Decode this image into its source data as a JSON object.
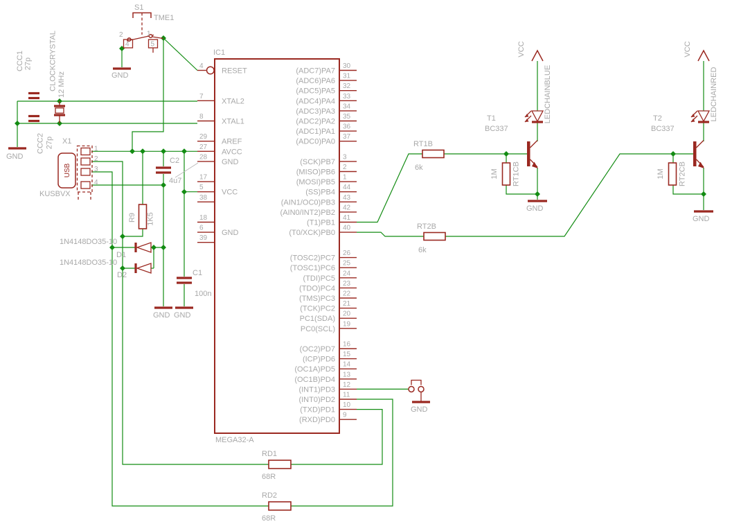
{
  "colors": {
    "wire": "#138C13",
    "part": "#9A2820",
    "text": "#A8A8A8"
  },
  "switch": {
    "ref": "S1",
    "value": "TME1",
    "pin2": "2",
    "pin1": "1",
    "pin4": "4",
    "pin5": "5",
    "gnd": "GND"
  },
  "xtal": {
    "cap1_ref": "CCC1",
    "cap1_val": "27p",
    "name": "CLOCKCRYSTAL",
    "freq": "12 MHz",
    "cap2_ref": "CCC2",
    "cap2_val": "27p",
    "gnd": "GND"
  },
  "usb": {
    "ref": "X1",
    "glyph": "USB",
    "value": "KUSBVX",
    "pin1": "1",
    "pin2": "2",
    "pin3": "3",
    "pin4": "4"
  },
  "c2": {
    "ref": "C2",
    "val": "4u7"
  },
  "c1": {
    "ref": "C1",
    "val": "100n"
  },
  "gnd_pair": {
    "left": "GND",
    "right": "GND"
  },
  "r9": {
    "ref": "R9",
    "val": "1K5"
  },
  "d1": {
    "type": "1N4148DO35-10",
    "ref": "D1"
  },
  "d2": {
    "type": "1N4148DO35-10",
    "ref": "D2"
  },
  "jumper": {
    "gnd": "GND"
  },
  "rd1": {
    "ref": "RD1",
    "val": "68R"
  },
  "rd2": {
    "ref": "RD2",
    "val": "68R"
  },
  "t1": {
    "ref": "T1",
    "value": "BC337",
    "r_base_ref": "RT1B",
    "r_base_val": "6k",
    "r_cb_ref": "RT1CB",
    "r_cb_val": "1M",
    "led": "LEDCHAINBLUE",
    "vcc": "VCC",
    "gnd": "GND"
  },
  "t2": {
    "ref": "T2",
    "value": "BC337",
    "r_base_ref": "RT2B",
    "r_base_val": "6k",
    "r_cb_ref": "RT2CB",
    "r_cb_val": "1M",
    "led": "LEDCHAINRED",
    "vcc": "VCC",
    "gnd": "GND"
  },
  "ic": {
    "ref": "IC1",
    "value": "MEGA32-A",
    "left_pins": [
      {
        "num": "4",
        "name": "RESET",
        "row": 0,
        "invert": true
      },
      {
        "num": "7",
        "name": "XTAL2",
        "row": 3
      },
      {
        "num": "8",
        "name": "XTAL1",
        "row": 5
      },
      {
        "num": "29",
        "name": "AREF",
        "row": 7
      },
      {
        "num": "27",
        "name": "AVCC",
        "row": 8
      },
      {
        "num": "28",
        "name": "GND",
        "row": 9
      },
      {
        "num": "17",
        "name": "",
        "row": 11
      },
      {
        "num": "5",
        "name": "VCC",
        "row": 12
      },
      {
        "num": "38",
        "name": "",
        "row": 13
      },
      {
        "num": "18",
        "name": "",
        "row": 15
      },
      {
        "num": "6",
        "name": "GND",
        "row": 16
      },
      {
        "num": "39",
        "name": "",
        "row": 17
      }
    ],
    "right_pins": [
      {
        "num": "30",
        "name": "(ADC7)PA7",
        "row": 0
      },
      {
        "num": "31",
        "name": "(ADC6)PA6",
        "row": 1
      },
      {
        "num": "32",
        "name": "(ADC5)PA5",
        "row": 2
      },
      {
        "num": "33",
        "name": "(ADC4)PA4",
        "row": 3
      },
      {
        "num": "34",
        "name": "(ADC3)PA3",
        "row": 4
      },
      {
        "num": "35",
        "name": "(ADC2)PA2",
        "row": 5
      },
      {
        "num": "36",
        "name": "(ADC1)PA1",
        "row": 6
      },
      {
        "num": "37",
        "name": "(ADC0)PA0",
        "row": 7
      },
      {
        "num": "3",
        "name": "(SCK)PB7",
        "row": 9
      },
      {
        "num": "2",
        "name": "(MISO)PB6",
        "row": 10
      },
      {
        "num": "1",
        "name": "(MOSI)PB5",
        "row": 11
      },
      {
        "num": "44",
        "name": "(SS)PB4",
        "row": 12
      },
      {
        "num": "43",
        "name": "(AIN1/OC0)PB3",
        "row": 13
      },
      {
        "num": "42",
        "name": "(AIN0/INT2)PB2",
        "row": 14
      },
      {
        "num": "41",
        "name": "(T1)PB1",
        "row": 15
      },
      {
        "num": "40",
        "name": "(T0/XCK)PB0",
        "row": 16
      },
      {
        "num": "26",
        "name": "(TOSC2)PC7",
        "row": 18.5
      },
      {
        "num": "25",
        "name": "(TOSC1)PC6",
        "row": 19.5
      },
      {
        "num": "24",
        "name": "(TDI)PC5",
        "row": 20.5
      },
      {
        "num": "23",
        "name": "(TDO)PC4",
        "row": 21.5
      },
      {
        "num": "22",
        "name": "(TMS)PC3",
        "row": 22.5
      },
      {
        "num": "21",
        "name": "(TCK)PC2",
        "row": 23.5
      },
      {
        "num": "20",
        "name": "PC1(SDA)",
        "row": 24.5
      },
      {
        "num": "19",
        "name": "PC0(SCL)",
        "row": 25.5
      },
      {
        "num": "16",
        "name": "(OC2)PD7",
        "row": 27.5
      },
      {
        "num": "15",
        "name": "(ICP)PD6",
        "row": 28.5
      },
      {
        "num": "14",
        "name": "(OC1A)PD5",
        "row": 29.5
      },
      {
        "num": "13",
        "name": "(OC1B)PD4",
        "row": 30.5
      },
      {
        "num": "12",
        "name": "(INT1)PD3",
        "row": 31.5
      },
      {
        "num": "11",
        "name": "(INT0)PD2",
        "row": 32.5
      },
      {
        "num": "10",
        "name": "(TXD)PD1",
        "row": 33.5
      },
      {
        "num": "9",
        "name": "(RXD)PD0",
        "row": 34.5
      }
    ]
  }
}
